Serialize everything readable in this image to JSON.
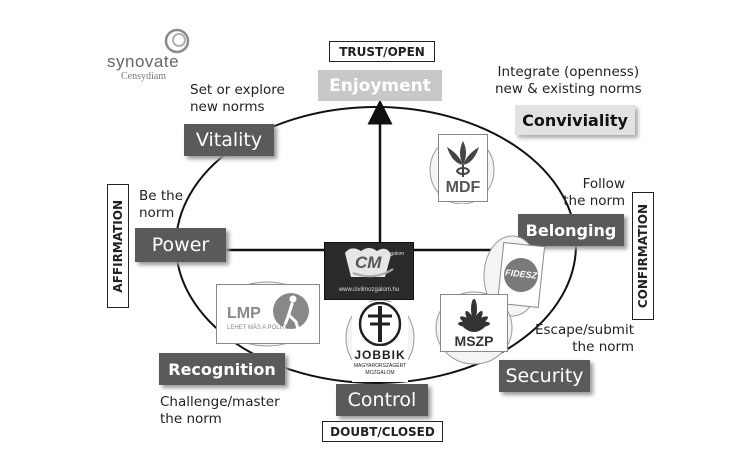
{
  "brand": {
    "name": "synovate",
    "sub": "Censydiam"
  },
  "axes": {
    "top": "TRUST/OPEN",
    "bottom": "DOUBT/CLOSED",
    "left": "AFFIRMATION",
    "right": "CONFIRMATION"
  },
  "quadrants": {
    "enjoyment": "Enjoyment",
    "vitality": "Vitality",
    "conviviality": "Conviviality",
    "power": "Power",
    "belonging": "Belonging",
    "recognition": "Recognition",
    "security": "Security",
    "control": "Control"
  },
  "notes": {
    "vitality": [
      "Set or explore",
      "new norms"
    ],
    "conviviality": [
      "Integrate (openness)",
      "new & existing norms"
    ],
    "power": [
      "Be the",
      "norm"
    ],
    "belonging": [
      "Follow",
      "the norm"
    ],
    "security": [
      "Escape/submit",
      "the norm"
    ],
    "recognition": [
      "Challenge/master",
      "the norm"
    ]
  },
  "logos": {
    "mdf": "MDF",
    "fidesz": "FIDESZ",
    "mszp": "MSZP",
    "lmp": "LMP",
    "lmp_tagline": "LEHET MÁS A POLITIKA",
    "jobbik": "JOBBIK",
    "jobbik_tagline1": "MAGYARORSZÁGÉRT",
    "jobbik_tagline2": "MOZGALOM",
    "civil": "CM",
    "civil_url": "www.civilmozgalom.hu",
    "civil_small": "Mozgalom"
  }
}
